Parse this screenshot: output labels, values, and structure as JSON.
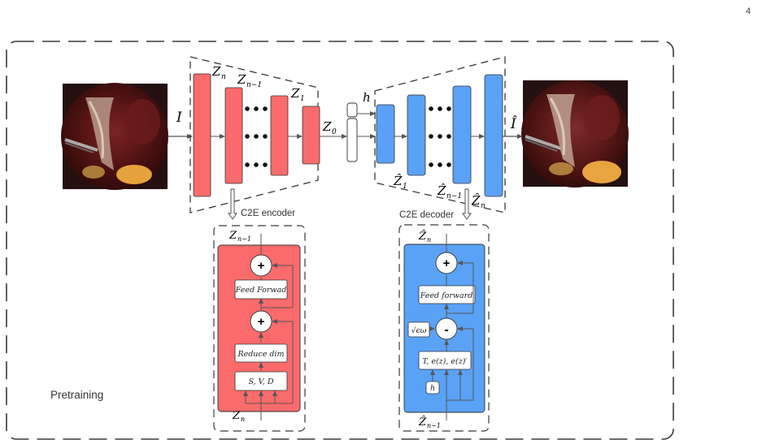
{
  "page_number": "4",
  "labels": {
    "input": "I",
    "output": "Î",
    "latent_h": "h",
    "latent_z0": "Z",
    "latent_z0_sub": "0",
    "enc_zn": "Z",
    "enc_zn_sub": "n",
    "enc_zn1": "Z",
    "enc_zn1_sub": "n−1",
    "enc_z1": "Z",
    "enc_z1_sub": "1",
    "dec_z1": "Ẑ",
    "dec_z1_sub": "1",
    "dec_zn1": "Ẑ",
    "dec_zn1_sub": "n−1",
    "dec_zn": "Ẑ",
    "dec_zn_sub": "n",
    "encoder_caption": "C2E encoder",
    "decoder_caption": "C2E decoder",
    "pretraining": "Pretraining"
  },
  "encoder_block": {
    "top_label": "Z",
    "top_sub": "n−1",
    "bottom_label": "Z",
    "bottom_sub": "n",
    "plus_top": "+",
    "feed_forward": "Feed Forwad",
    "plus_mid": "+",
    "reduce_dim": "Reduce dim",
    "svd": "S, V, D"
  },
  "decoder_block": {
    "top_label": "Ẑ",
    "top_sub": "n",
    "bottom_label": "Ẑ",
    "bottom_sub": "n−1",
    "plus_top": "+",
    "feed_forward": "Feed forward",
    "minus": "-",
    "sqrt_term": "√ϵω",
    "t_term": "T, e(z), e(z)′",
    "h_term": "h"
  },
  "colors": {
    "encoder": "#fb6b6b",
    "decoder": "#5aa2f6",
    "dash": "#3a3a3a",
    "line": "#555555"
  }
}
